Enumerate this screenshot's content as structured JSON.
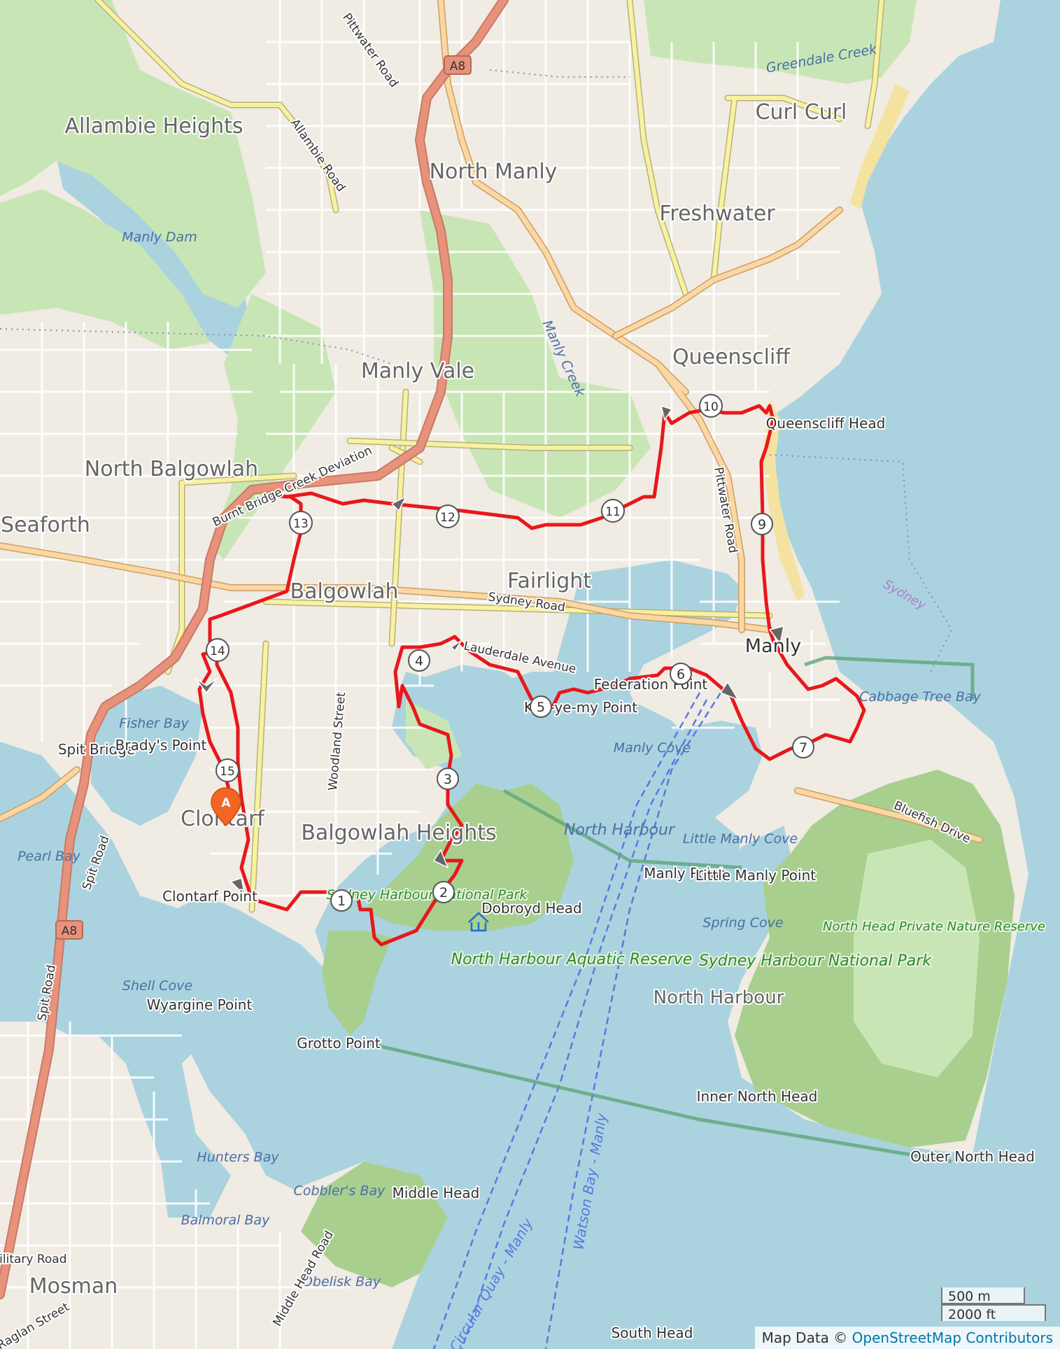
{
  "suburbs": [
    "Allambie Heights",
    "North Manly",
    "Curl Curl",
    "Freshwater",
    "Manly Vale",
    "Queenscliff",
    "North Balgowlah",
    "Seaforth",
    "Balgowlah",
    "Fairlight",
    "Manly",
    "Clontarf",
    "Balgowlah Heights",
    "Mosman"
  ],
  "places": [
    "Queenscliff Head",
    "Spit Bridge",
    "Brady's Point",
    "Clontarf Point",
    "Kay-ye-my Point",
    "Federation Point",
    "Dobroyd Head",
    "Manly Point",
    "Little Manly Point",
    "Grotto Point",
    "Wyargine Point",
    "Middle Head",
    "Inner North Head",
    "Outer North Head",
    "North Harbour",
    "South Head"
  ],
  "water": [
    "Manly Dam",
    "Greendale Creek",
    "Manly Creek",
    "Fisher Bay",
    "North Harbour",
    "Manly Cove",
    "Little Manly Cove",
    "Spring Cove",
    "Cabbage Tree Bay",
    "Pearl Bay",
    "Shell Cove",
    "Hunters Bay",
    "Cobbler's Bay",
    "Balmoral Bay",
    "Obelisk Bay"
  ],
  "parks": [
    "Sydney Harbour National Park",
    "North Harbour Aquatic Reserve",
    "Sydney Harbour National Park",
    "North Head Private Nature Reserve"
  ],
  "roads": [
    "Pittwater Road",
    "Allambie Road",
    "Burnt Bridge Creek Deviation",
    "Sydney Road",
    "Lauderdale Avenue",
    "Pittwater Road",
    "Woodland Street",
    "Bluefish Drive",
    "Spit Road",
    "Spit Road",
    "Middle Head Road",
    "Military Road",
    "Raglan Street"
  ],
  "route_shields": [
    "A8",
    "A8"
  ],
  "ferry_routes": [
    "Circular Quay - Manly",
    "Watson Bay - Manly"
  ],
  "admin_labels": [
    "Sydney"
  ],
  "waypoints": [
    "1",
    "2",
    "3",
    "4",
    "5",
    "6",
    "7",
    "9",
    "10",
    "11",
    "12",
    "13",
    "14",
    "15"
  ],
  "start_marker": "A",
  "scale": {
    "metric": "500 m",
    "imperial": "2000 ft"
  },
  "attribution": {
    "prefix": "Map Data ©",
    "link": "OpenStreetMap Contributors"
  },
  "colors": {
    "route": "#e8171c",
    "water": "#aad3df",
    "land": "#f0ebe3",
    "park": "#c8e6b5",
    "national_park": "#a8cf8e",
    "major_road": "#e8927c",
    "secondary_road": "#f8f2a0",
    "tertiary_road": "#fcd6a4"
  }
}
